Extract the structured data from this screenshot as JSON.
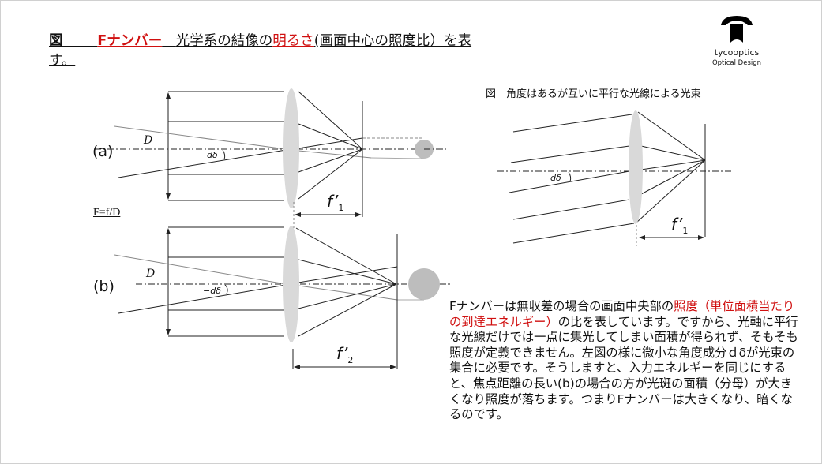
{
  "title": {
    "prefix": "図",
    "term": "Fナンバー",
    "middle": "光学系の結像の",
    "highlight": "明るさ",
    "suffix": "(画面中心の照度比）を表す。"
  },
  "logo": {
    "name": "tycooptics",
    "subtitle": "Optical Design"
  },
  "diagram_a": {
    "label": "(a)",
    "aperture": "D",
    "angle": "dδ",
    "focal": "f’",
    "focal_sub": "1"
  },
  "formula": "F=f/D",
  "diagram_b": {
    "label": "(b)",
    "aperture": "D",
    "angle": "−dδ",
    "focal": "f’",
    "focal_sub": "2"
  },
  "diagram_right": {
    "caption": "図　角度はあるが互いに平行な光線による光束",
    "angle": "dδ",
    "focal": "f’",
    "focal_sub": "1"
  },
  "body": {
    "part1": "Fナンバーは無収差の場合の画面中央部の",
    "highlight": "照度（単位面積当たりの到達エネルギー）",
    "part2": "の比を表しています。ですから、光軸に平行な光線だけでは一点に集光してしまい面積が得られず、そもそも照度が定義できません。左図の様に微小な角度成分ｄδが光束の集合に必要です。そうしますと、入力エネルギーを同じにすると、焦点距離の長い(b)の場合の方が光斑の面積（分母）が大きくなり照度が落ちます。つまりFナンバーは大きくなり、暗くなるのです。"
  },
  "colors": {
    "accent": "#d01010",
    "lens": "#d9d9d9",
    "spot": "#bdbdbd"
  }
}
